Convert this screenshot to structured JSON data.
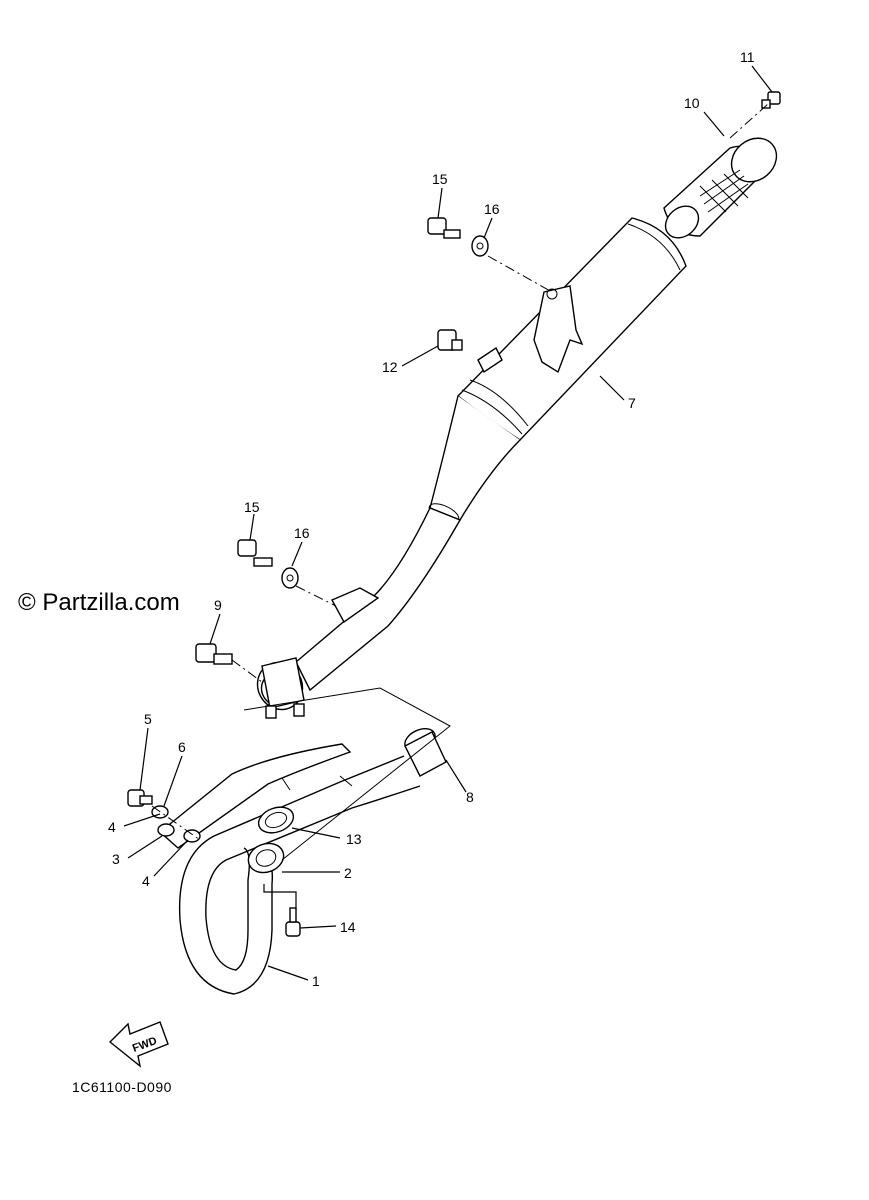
{
  "watermark": "© Partzilla.com",
  "diagram_code": "1C61100-D090",
  "fwd_label": "FWD",
  "callouts": {
    "c1": "1",
    "c2": "2",
    "c3": "3",
    "c4a": "4",
    "c4b": "4",
    "c5": "5",
    "c6": "6",
    "c7": "7",
    "c8": "8",
    "c9": "9",
    "c10": "10",
    "c11": "11",
    "c12": "12",
    "c13": "13",
    "c14": "14",
    "c15a": "15",
    "c15b": "15",
    "c16a": "16",
    "c16b": "16"
  }
}
